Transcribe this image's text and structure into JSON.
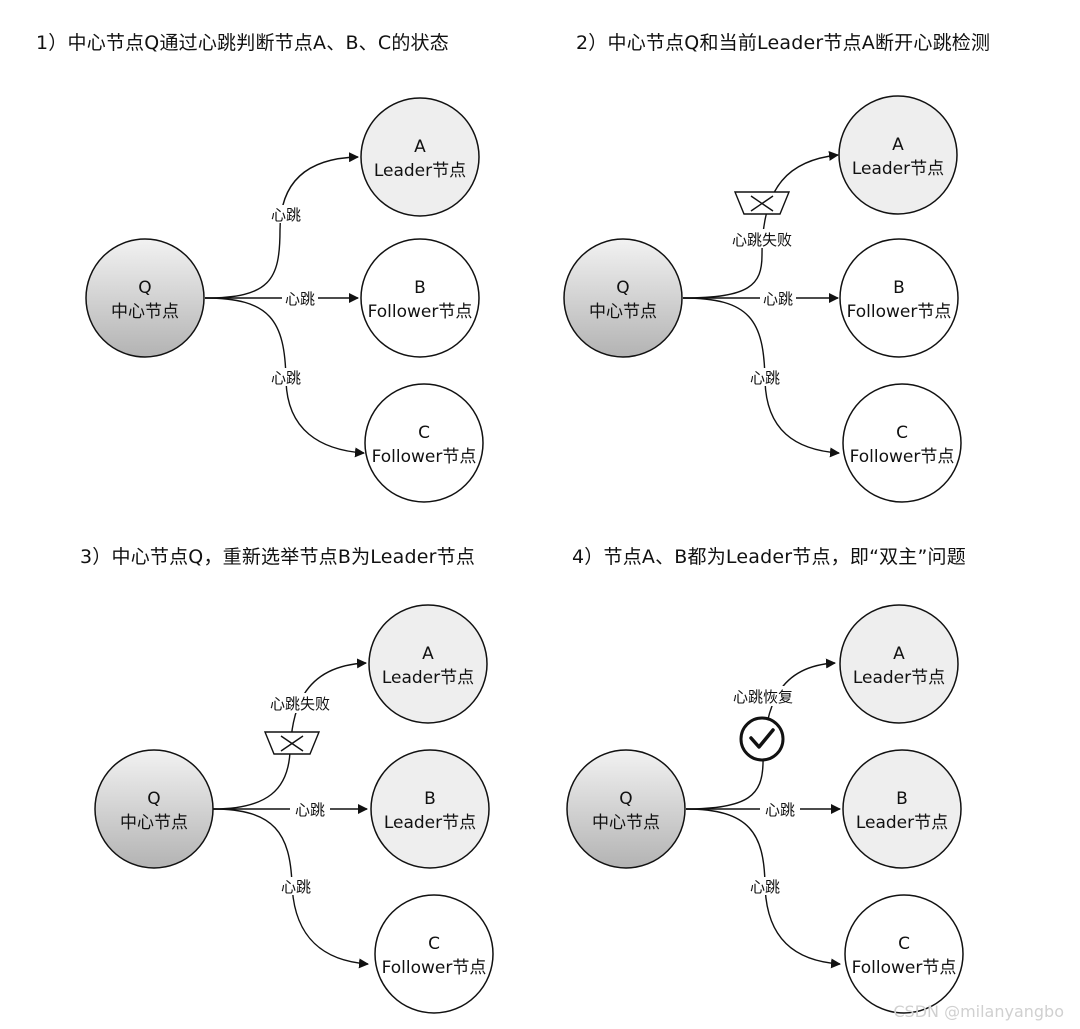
{
  "panels": [
    {
      "title": "1）中心节点Q通过心跳判断节点A、B、C的状态",
      "nodes": {
        "q": {
          "line1": "Q",
          "line2": "中心节点"
        },
        "a": {
          "line1": "A",
          "line2": "Leader节点"
        },
        "b": {
          "line1": "B",
          "line2": "Follower节点"
        },
        "c": {
          "line1": "C",
          "line2": "Follower节点"
        }
      },
      "edges": {
        "to_a": "心跳",
        "to_b": "心跳",
        "to_c": "心跳"
      }
    },
    {
      "title": "2）中心节点Q和当前Leader节点A断开心跳检测",
      "nodes": {
        "q": {
          "line1": "Q",
          "line2": "中心节点"
        },
        "a": {
          "line1": "A",
          "line2": "Leader节点"
        },
        "b": {
          "line1": "B",
          "line2": "Follower节点"
        },
        "c": {
          "line1": "C",
          "line2": "Follower节点"
        }
      },
      "edges": {
        "to_a": "心跳失败",
        "to_b": "心跳",
        "to_c": "心跳"
      }
    },
    {
      "title": "3）中心节点Q，重新选举节点B为Leader节点",
      "nodes": {
        "q": {
          "line1": "Q",
          "line2": "中心节点"
        },
        "a": {
          "line1": "A",
          "line2": "Leader节点"
        },
        "b": {
          "line1": "B",
          "line2": "Leader节点"
        },
        "c": {
          "line1": "C",
          "line2": "Follower节点"
        }
      },
      "edges": {
        "to_a": "心跳失败",
        "to_b": "心跳",
        "to_c": "心跳"
      }
    },
    {
      "title": "4）节点A、B都为Leader节点，即“双主”问题",
      "nodes": {
        "q": {
          "line1": "Q",
          "line2": "中心节点"
        },
        "a": {
          "line1": "A",
          "line2": "Leader节点"
        },
        "b": {
          "line1": "B",
          "line2": "Leader节点"
        },
        "c": {
          "line1": "C",
          "line2": "Follower节点"
        }
      },
      "edges": {
        "to_a": "心跳恢复",
        "to_b": "心跳",
        "to_c": "心跳"
      }
    }
  ],
  "watermark": "CSDN @milanyangbo",
  "colors": {
    "center_fill_top": "#f2f2f2",
    "center_fill_bottom": "#b3b3b3",
    "leader_fill": "#eeeeee",
    "follower_fill": "#ffffff",
    "stroke": "#111111"
  },
  "icons": {
    "fail_marker": "crossed-trapezoid-icon",
    "recover_marker": "check-circle-icon"
  }
}
